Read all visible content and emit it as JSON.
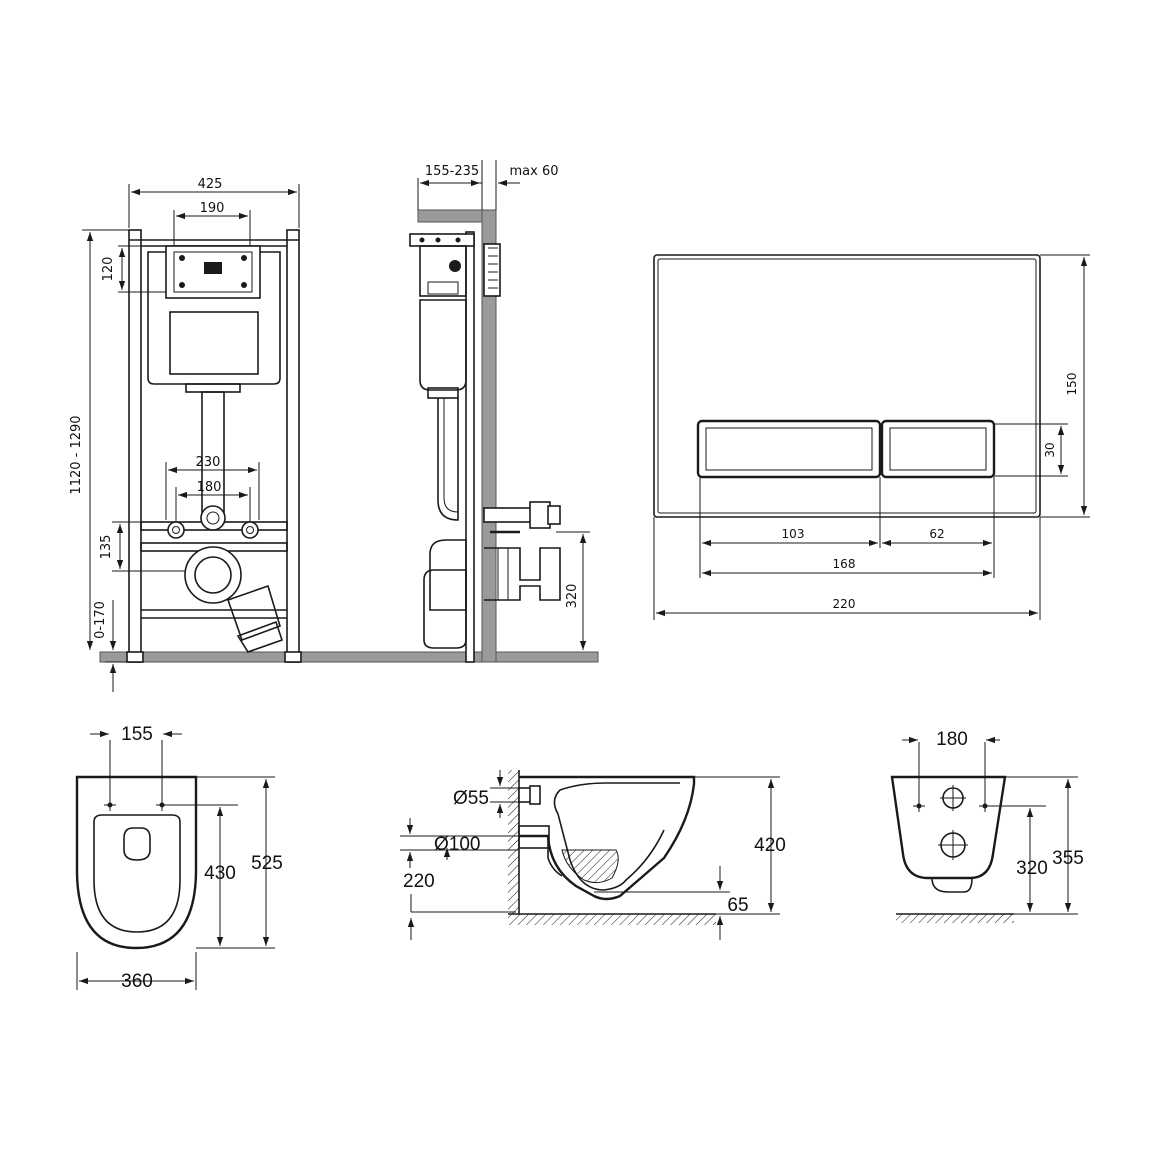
{
  "frame_front": {
    "width": "425",
    "plate_offset": "190",
    "top_box": "120",
    "height": "1120 - 1290",
    "outlet_spacing": "230",
    "stud_spacing": "180",
    "drain_height": "135",
    "leg_adjust": "0-170"
  },
  "frame_side": {
    "wall_gap": "155-235",
    "wall_max": "max 60",
    "connection_height": "320"
  },
  "flush_plate": {
    "height": "150",
    "button_height": "30",
    "button_large": "103",
    "button_small": "62",
    "buttons_total": "168",
    "width": "220"
  },
  "bowl_top": {
    "hole_spacing": "155",
    "hole_to_front": "430",
    "length": "525",
    "width": "360"
  },
  "bowl_side": {
    "inlet_diameter": "Ø55",
    "outlet_diameter": "Ø100",
    "outlet_height": "220",
    "height": "420",
    "rim_offset": "65"
  },
  "bowl_back": {
    "stud_spacing": "180",
    "hole_height": "320",
    "top_height": "355"
  }
}
